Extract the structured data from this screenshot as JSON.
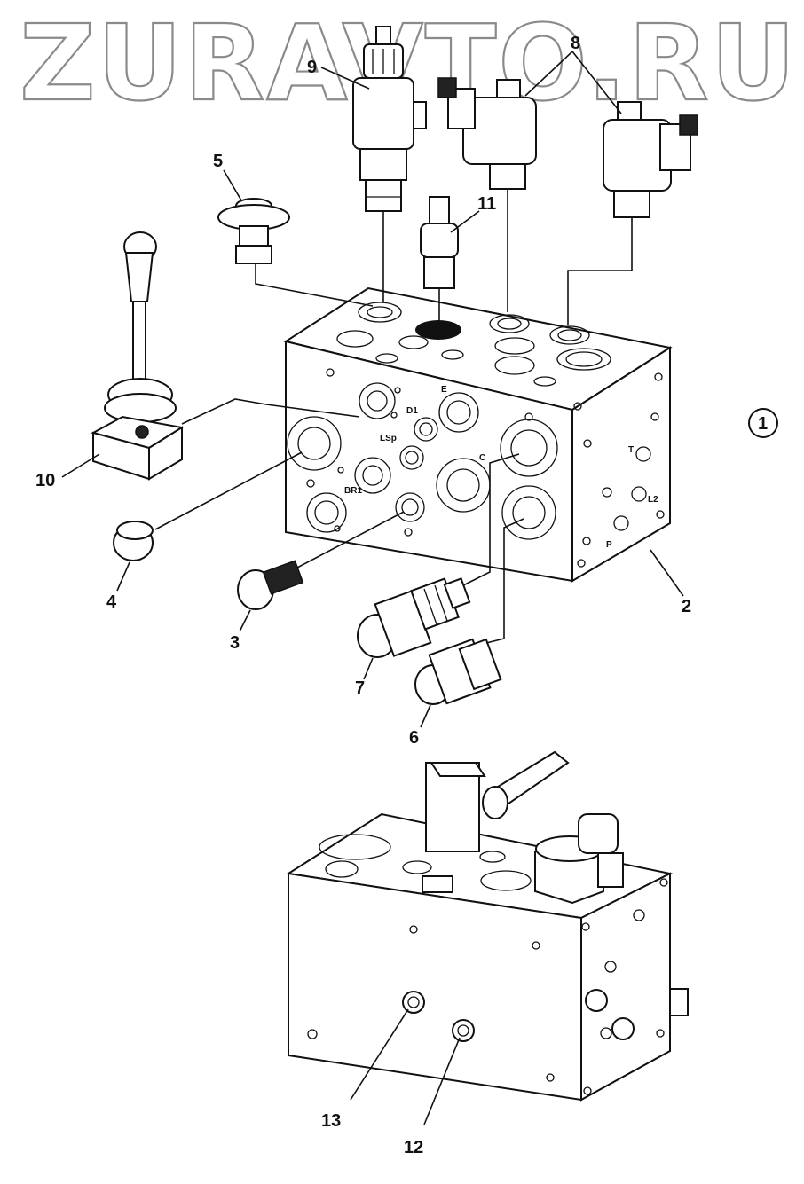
{
  "watermark": "ZURAVTO.RU",
  "assembly_callout": "1",
  "callouts": {
    "c2": "2",
    "c3": "3",
    "c4": "4",
    "c5": "5",
    "c6": "6",
    "c7": "7",
    "c8": "8",
    "c9": "9",
    "c10": "10",
    "c11": "11",
    "c12": "12",
    "c13": "13"
  },
  "port_labels": {
    "d1": "D1",
    "e": "E",
    "lsp": "LSp",
    "c": "C",
    "br1": "BR1",
    "t": "T",
    "p": "P",
    "l2": "L2"
  }
}
